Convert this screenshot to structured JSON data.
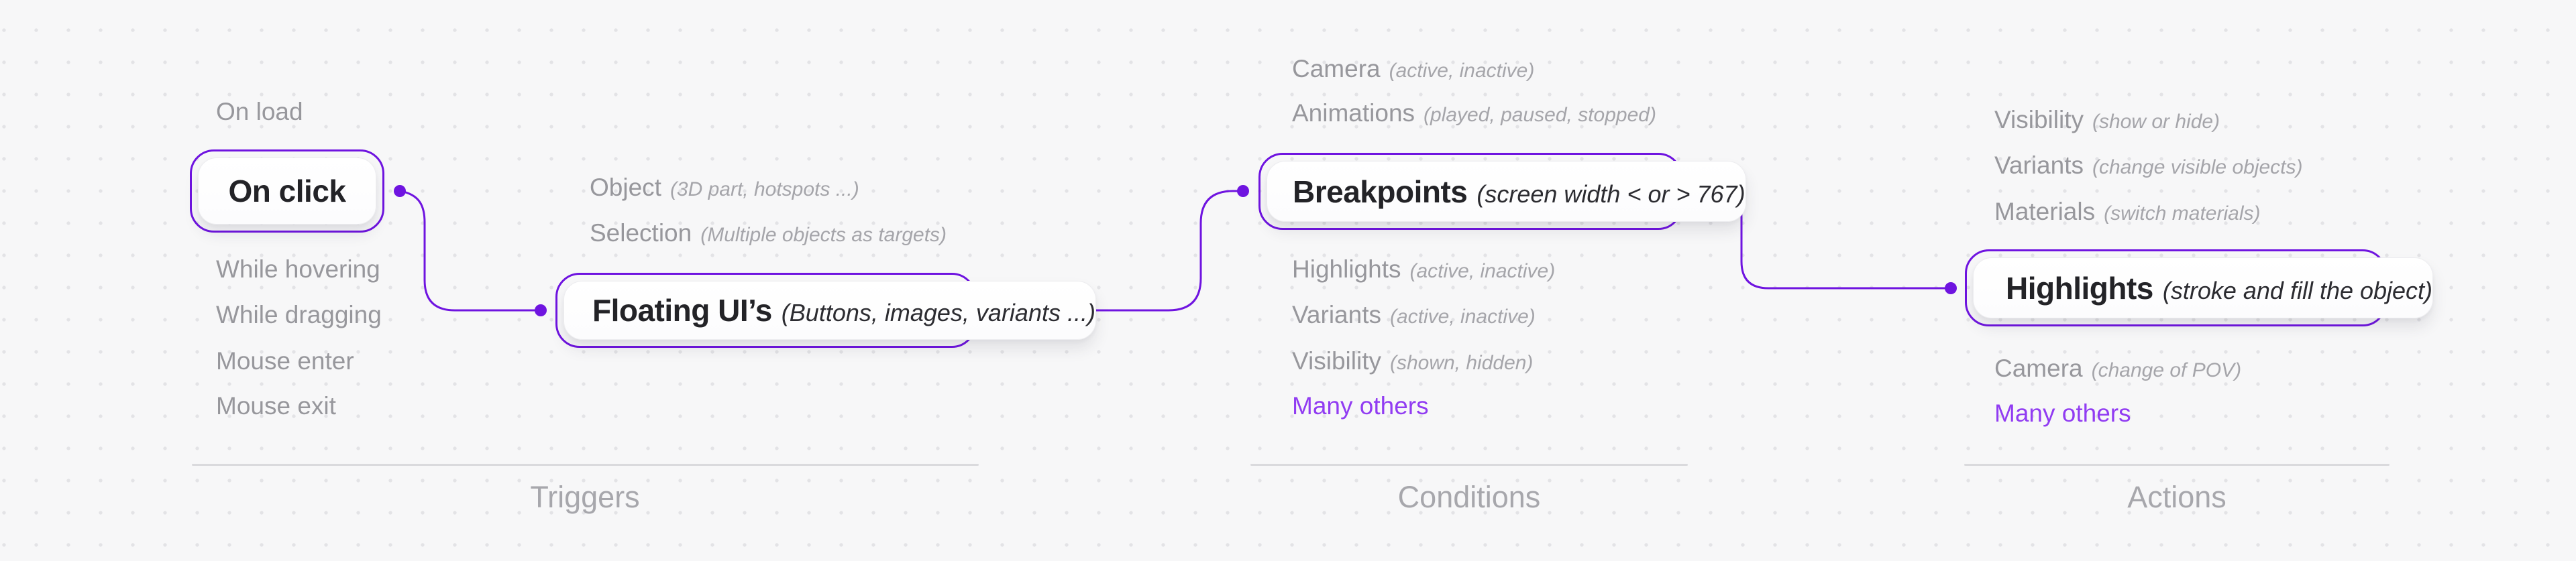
{
  "palette": {
    "accent": "#6f14e0",
    "accent_text": "#913cf2",
    "item_gray": "#97979c",
    "note_gray": "#a5a5aa",
    "dark_text": "#232327",
    "section_label": "#a7a7ac",
    "divider": "#dadadd",
    "background": "#f7f7f8",
    "grid_dot": "#e3e3e6"
  },
  "columns": {
    "triggers": {
      "section_label": "Triggers",
      "items": [
        {
          "label": "On load"
        },
        {
          "label": "While hovering"
        },
        {
          "label": "While dragging"
        },
        {
          "label": "Mouse enter"
        },
        {
          "label": "Mouse exit"
        }
      ],
      "selected_node": {
        "label": "On click",
        "note": ""
      }
    },
    "targets": {
      "items": [
        {
          "label": "Object",
          "note": "(3D part, hotspots ...)"
        },
        {
          "label": "Selection",
          "note": "(Multiple objects as targets)"
        }
      ],
      "selected_node": {
        "label": "Floating UI’s",
        "note": "(Buttons, images, variants ...)"
      }
    },
    "conditions": {
      "section_label": "Conditions",
      "items_above": [
        {
          "label": "Camera",
          "note": "(active, inactive)"
        },
        {
          "label": "Animations",
          "note": "(played, paused, stopped)"
        }
      ],
      "selected_node": {
        "label": "Breakpoints",
        "note": "(screen width < or > 767)"
      },
      "items_below": [
        {
          "label": "Highlights",
          "note": "(active, inactive)"
        },
        {
          "label": "Variants",
          "note": "(active, inactive)"
        },
        {
          "label": "Visibility",
          "note": "(shown, hidden)"
        }
      ],
      "more_label": "Many others"
    },
    "actions": {
      "section_label": "Actions",
      "items_above": [
        {
          "label": "Visibility",
          "note": "(show or hide)"
        },
        {
          "label": "Variants",
          "note": "(change visible objects)"
        },
        {
          "label": "Materials",
          "note": "(switch materials)"
        }
      ],
      "selected_node": {
        "label": "Highlights",
        "note": "(stroke and fill the object)"
      },
      "items_below": [
        {
          "label": "Camera",
          "note": "(change of POV)"
        }
      ],
      "more_label": "Many others"
    }
  }
}
